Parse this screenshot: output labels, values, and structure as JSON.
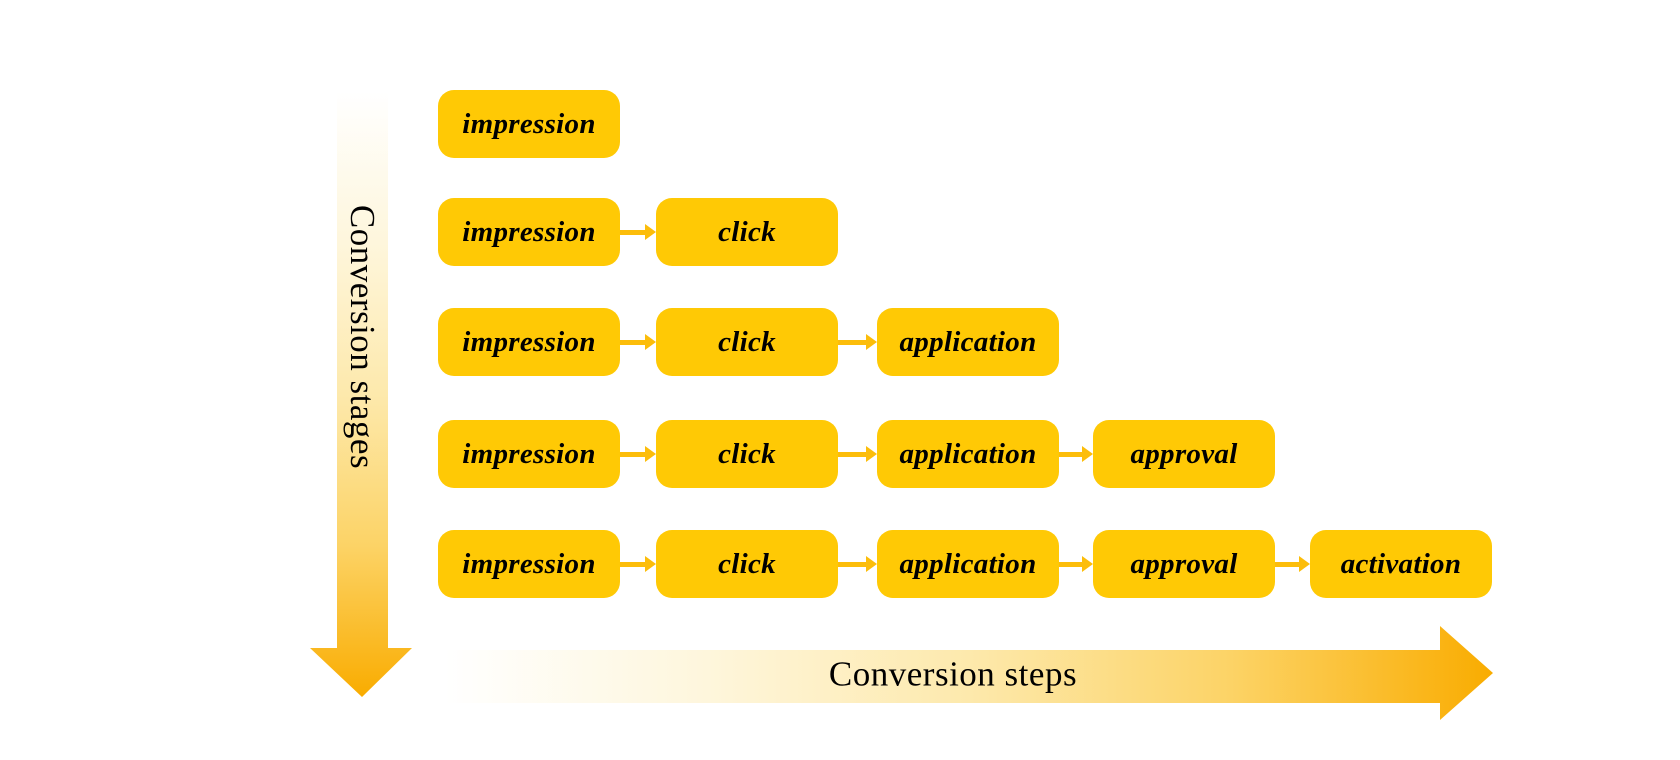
{
  "axes": {
    "vertical_arrow_label": "Conversion stages",
    "horizontal_arrow_label": "Conversion steps"
  },
  "funnel": {
    "rows": [
      {
        "boxes": [
          "impression"
        ]
      },
      {
        "boxes": [
          "impression",
          "click"
        ]
      },
      {
        "boxes": [
          "impression",
          "click",
          "application"
        ]
      },
      {
        "boxes": [
          "impression",
          "click",
          "application",
          "approval"
        ]
      },
      {
        "boxes": [
          "impression",
          "click",
          "application",
          "approval",
          "activation"
        ]
      }
    ]
  },
  "icons": {
    "connector": "right-arrow-icon",
    "vertical_axis": "down-gradient-arrow-icon",
    "horizontal_axis": "right-gradient-arrow-icon"
  },
  "colors": {
    "background": "#FFFFFF",
    "box_fill": "#FFC905",
    "connector_arrow": "#FCBD0A",
    "gradient_light": "#FFFFFF",
    "gradient_dark": "#F9AC00",
    "label_text": "#000000"
  }
}
